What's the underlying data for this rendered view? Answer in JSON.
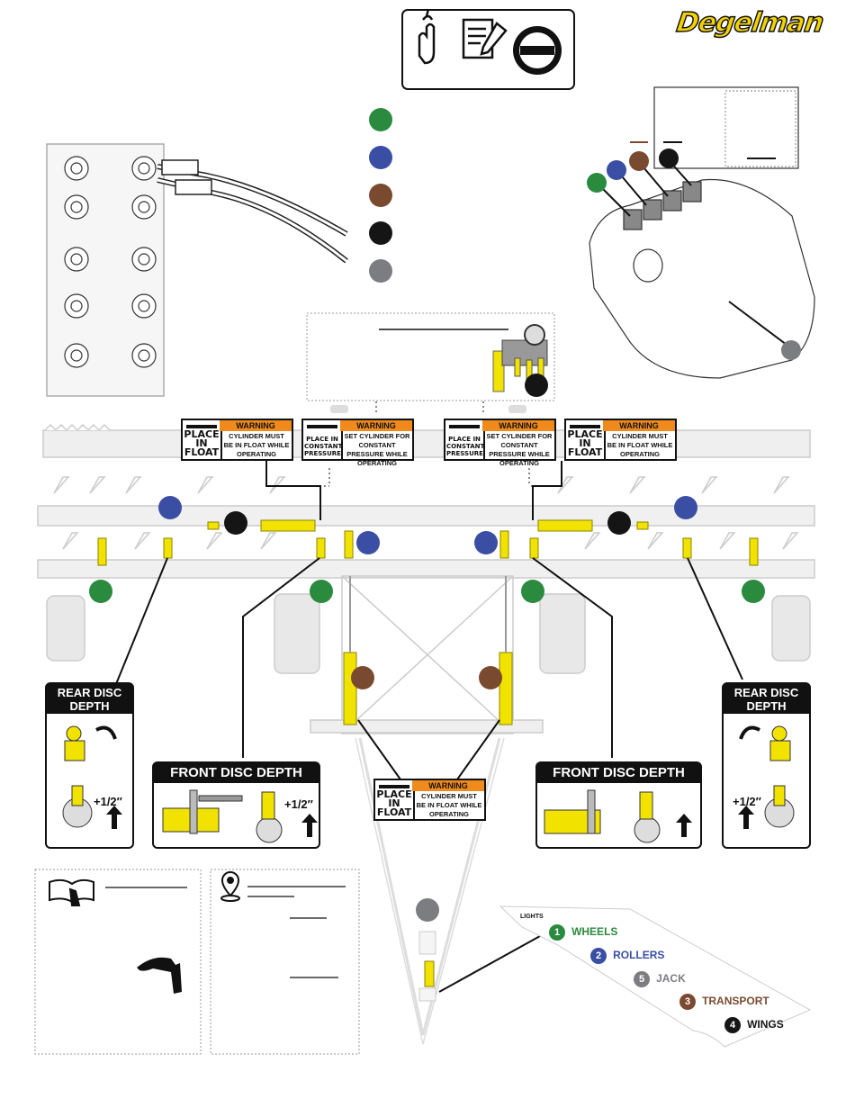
{
  "brand": {
    "logo_text": "Degelman"
  },
  "colors": {
    "green": "#2a8a3e",
    "blue": "#3a4ea3",
    "brown": "#7a4a30",
    "black": "#151515",
    "gray": "#7b7d80",
    "yellow": "#f2e200",
    "orange": "#f08a1c"
  },
  "legend": [
    "green-circle",
    "blue-circle",
    "brown-circle",
    "black-circle",
    "gray-circle"
  ],
  "warnings": {
    "header": "WARNING",
    "float": {
      "symbol_label": "PLACE IN FLOAT",
      "text": "CYLINDER MUST BE IN FLOAT WHILE OPERATING"
    },
    "pressure": {
      "symbol_label": "PLACE IN CONSTANT PRESSURE",
      "text": "SET CYLINDER FOR CONSTANT PRESSURE WHILE OPERATING"
    }
  },
  "decals": {
    "rear_disc_depth": "REAR DISC DEPTH",
    "front_disc_depth": "FRONT DISC DEPTH",
    "adjust": "+1/2″"
  },
  "valve_labels": {
    "lights": "LIGHTS",
    "items": [
      {
        "num": "1",
        "label": "WHEELS",
        "color": "#2a8a3e"
      },
      {
        "num": "2",
        "label": "ROLLERS",
        "color": "#3a4ea3"
      },
      {
        "num": "5",
        "label": "JACK",
        "color": "#7b7d80"
      },
      {
        "num": "3",
        "label": "TRANSPORT",
        "color": "#7a4a30"
      },
      {
        "num": "4",
        "label": "WINGS",
        "color": "#151515"
      }
    ]
  }
}
